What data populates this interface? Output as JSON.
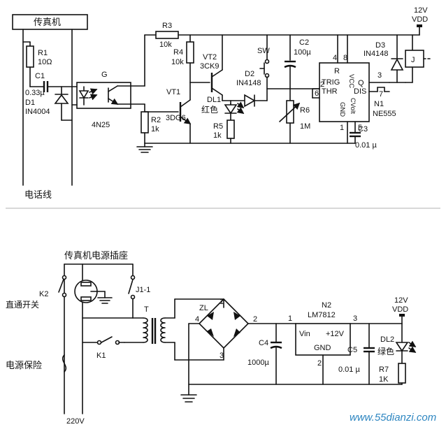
{
  "labels": {
    "fax": "传真机",
    "r1": "R1",
    "r1v": "10Ω",
    "c1": "C1",
    "c1v": "0.33µ",
    "d1": "D1",
    "d1v": "IN4004",
    "g": "G",
    "g_part": "4N25",
    "phone_line": "电话线",
    "r2": "R2",
    "r2v": "1k",
    "r3": "R3",
    "r3v": "10k",
    "r4": "R4",
    "r4v": "10k",
    "vt2": "VT2",
    "vt2v": "3CK9",
    "vt1": "VT1",
    "vt1v": "3DG6",
    "dl1": "DL1",
    "dl1v": "红色",
    "r5": "R5",
    "r5v": "1k",
    "d2": "D2",
    "d2v": "IN4148",
    "sw": "SW",
    "c2": "C2",
    "c2v": "100µ",
    "r6": "R6",
    "r6v": "1M",
    "ic_r": "R",
    "ic_vcc": "VCC",
    "ic_trig": "TRIG",
    "ic_thr": "THR",
    "ic_q": "Q",
    "ic_dis": "DIS",
    "ic_gnd": "GND",
    "ic_cv": "CVolt",
    "pin4": "4",
    "pin8": "8",
    "pin2": "2",
    "pin6": "6",
    "pin3": "3",
    "pin7": "7",
    "pin1": "1",
    "pin5": "5",
    "n1": "N1",
    "n1v": "NE555",
    "c3": "C3",
    "c3v": "0.01 µ",
    "d3": "D3",
    "d3v": "IN4148",
    "relay": "J",
    "vdd_top_v": "12V",
    "vdd_top": "VDD",
    "socket": "传真机电源插座",
    "k2": "K2",
    "k2_desc": "直通开关",
    "j1": "J1-1",
    "t": "T",
    "k1": "K1",
    "fuse": "电源保险",
    "ac": "220V",
    "zl": "ZL",
    "zl1": "1",
    "zl2": "2",
    "zl3": "3",
    "zl4": "4",
    "c4": "C4",
    "c4v": "1000µ",
    "n2": "N2",
    "n2v": "LM7812",
    "vin": "Vin",
    "plus12": "+12V",
    "gnd2": "GND",
    "n2p1": "1",
    "n2p2": "2",
    "n2p3": "3",
    "c5": "C5",
    "c5v": "0.01 µ",
    "dl2": "DL2",
    "dl2v": "绿色",
    "r7": "R7",
    "r7v": "1K",
    "vdd_bot_v": "12V",
    "vdd_bot": "VDD",
    "watermark": "www.55dianzi.com"
  }
}
